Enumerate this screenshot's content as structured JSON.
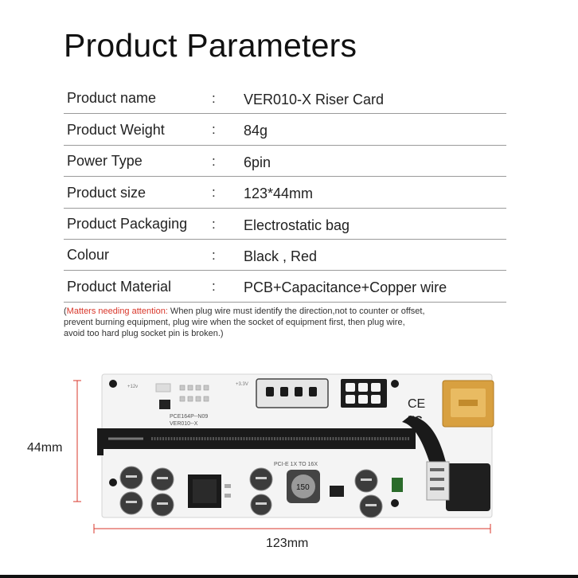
{
  "title": "Product Parameters",
  "params": [
    {
      "label": "Product name",
      "value": "VER010-X Riser Card"
    },
    {
      "label": "Product Weight",
      "value": "84g"
    },
    {
      "label": "Power Type",
      "value": "6pin"
    },
    {
      "label": "Product size",
      "value": "123*44mm"
    },
    {
      "label": "Product Packaging",
      "value": "Electrostatic bag"
    },
    {
      "label": "Colour",
      "value": "Black , Red"
    },
    {
      "label": "Product Material",
      "value": "PCB+Capacitance+Copper wire"
    }
  ],
  "separator": ":",
  "note": {
    "open": "(",
    "highlight": "Matters needing attention:",
    "line1": " When plug wire must identify the direction,not to counter or offset,",
    "line2": "prevent burning equipment, plug wire when the socket of equipment first, then plug wire,",
    "line3": "avoid too hard plug socket pin is broken.)"
  },
  "dimensions": {
    "height": "44mm",
    "width": "123mm"
  },
  "board": {
    "model": "PCE164P--N09",
    "version": "VER010--X",
    "slot_label": "PCI-E 1X TO 16X",
    "inductor": "150",
    "power_label": "+3.3V",
    "v12_label": "+12v",
    "cert_ce": "CE",
    "cert_fc": "FC"
  },
  "colors": {
    "accent": "#d9372b",
    "board": "#f4f4f4",
    "divider": "#9a9a9a"
  }
}
